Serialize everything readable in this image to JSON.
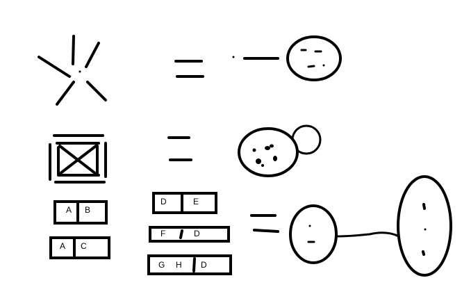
{
  "diagram": {
    "rows": [
      {
        "left": {
          "kind": "burst"
        },
        "equals": true,
        "right": {
          "kind": "stick-with-oval"
        }
      },
      {
        "left": {
          "kind": "crossed-box"
        },
        "equals": true,
        "right": {
          "kind": "oval-with-bubble"
        }
      },
      {
        "left": {
          "kind": "record-group",
          "records": [
            {
              "cells": [
                "A",
                "B"
              ]
            },
            {
              "cells": [
                "A",
                "C"
              ]
            }
          ]
        },
        "middle": {
          "kind": "record-group",
          "records": [
            {
              "cells": [
                "D",
                "E"
              ]
            },
            {
              "cells": [
                "F",
                "D"
              ]
            },
            {
              "cells": [
                "G",
                "H",
                "D"
              ]
            }
          ]
        },
        "equals": true,
        "right": {
          "kind": "small-oval-linked-to-large-oval"
        }
      }
    ],
    "stroke_color": "#000000",
    "background": "#ffffff"
  }
}
